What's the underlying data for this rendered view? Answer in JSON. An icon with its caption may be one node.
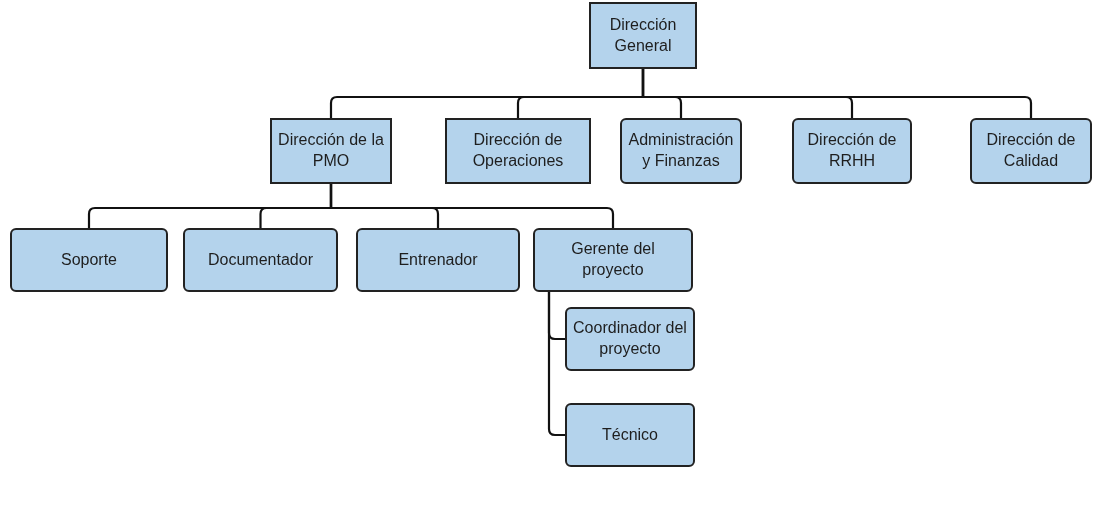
{
  "diagram": {
    "nodes": [
      {
        "text": [
          "Dirección General"
        ]
      },
      {
        "text": [
          "Dirección de la PMO"
        ]
      },
      {
        "text": [
          "Dirección de Operaciones"
        ]
      },
      {
        "text": [
          "Administración y Finanzas"
        ]
      },
      {
        "text": [
          "Dirección de RRHH"
        ]
      },
      {
        "text": [
          "Dirección de Calidad"
        ]
      },
      {
        "text": [
          "Soporte"
        ]
      },
      {
        "text": [
          "Documentador"
        ]
      },
      {
        "text": [
          "Entrenador"
        ]
      },
      {
        "text": [
          "Gerente del proyecto"
        ]
      },
      {
        "text": [
          "Coordinador del proyecto"
        ]
      },
      {
        "text": [
          "Técnico"
        ]
      }
    ],
    "edges": [
      {
        "from": 0,
        "to": 1,
        "arrow": "none"
      },
      {
        "from": 0,
        "to": 2,
        "arrow": "none"
      },
      {
        "from": 0,
        "to": 3,
        "arrow": "none"
      },
      {
        "from": 0,
        "to": 4,
        "arrow": "none"
      },
      {
        "from": 0,
        "to": 5,
        "arrow": "none"
      },
      {
        "from": 1,
        "to": 6,
        "arrow": "none"
      },
      {
        "from": 1,
        "to": 7,
        "arrow": "none"
      },
      {
        "from": 1,
        "to": 8,
        "arrow": "none"
      },
      {
        "from": 1,
        "to": 9,
        "arrow": "none"
      },
      {
        "from": 9,
        "to": 10,
        "arrow": "none"
      },
      {
        "from": 9,
        "to": 11,
        "arrow": "none"
      }
    ]
  }
}
